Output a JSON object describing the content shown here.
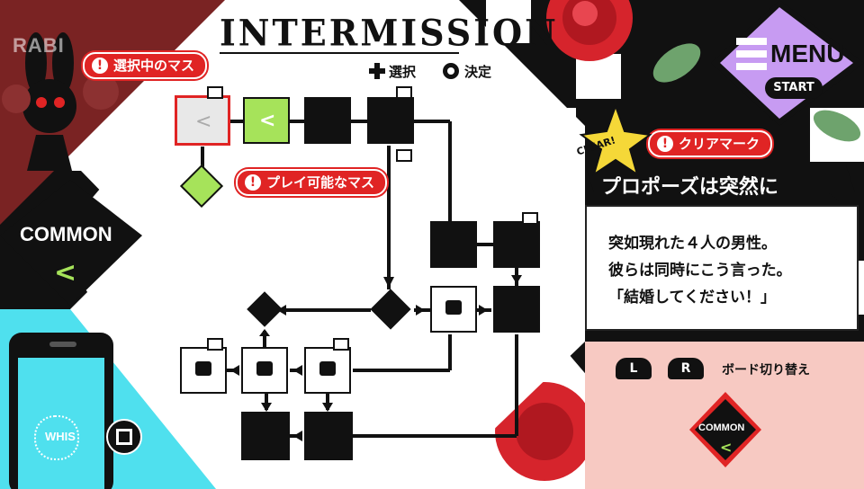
{
  "header": {
    "title": "INTERMISSION",
    "hint_select": "選択",
    "hint_confirm": "決定"
  },
  "callouts": {
    "selected": "選択中のマス",
    "playable": "プレイ可能なマス",
    "clear_mark": "クリアマーク"
  },
  "menu": {
    "label": "MENU",
    "start": "START"
  },
  "left_panel": {
    "character": "RABI",
    "route": "COMMON",
    "phone_label": "WHIS"
  },
  "clear_badge": "CLEAR!",
  "story": {
    "title": "プロポーズは突然に",
    "lines": [
      "突如現れた４人の男性。",
      "彼らは同時にこう言った。",
      "「結婚してください！」"
    ]
  },
  "board_switch": {
    "left_key": "L",
    "right_key": "R",
    "label": "ボード切り替え",
    "current": "COMMON"
  },
  "colors": {
    "red": "#e02424",
    "accent_green": "#a6e35a",
    "menu_purple": "#c79bf2",
    "cyan": "#4fe0ee",
    "maroon": "#7a2323",
    "pink_panel": "#f7c9c2"
  }
}
